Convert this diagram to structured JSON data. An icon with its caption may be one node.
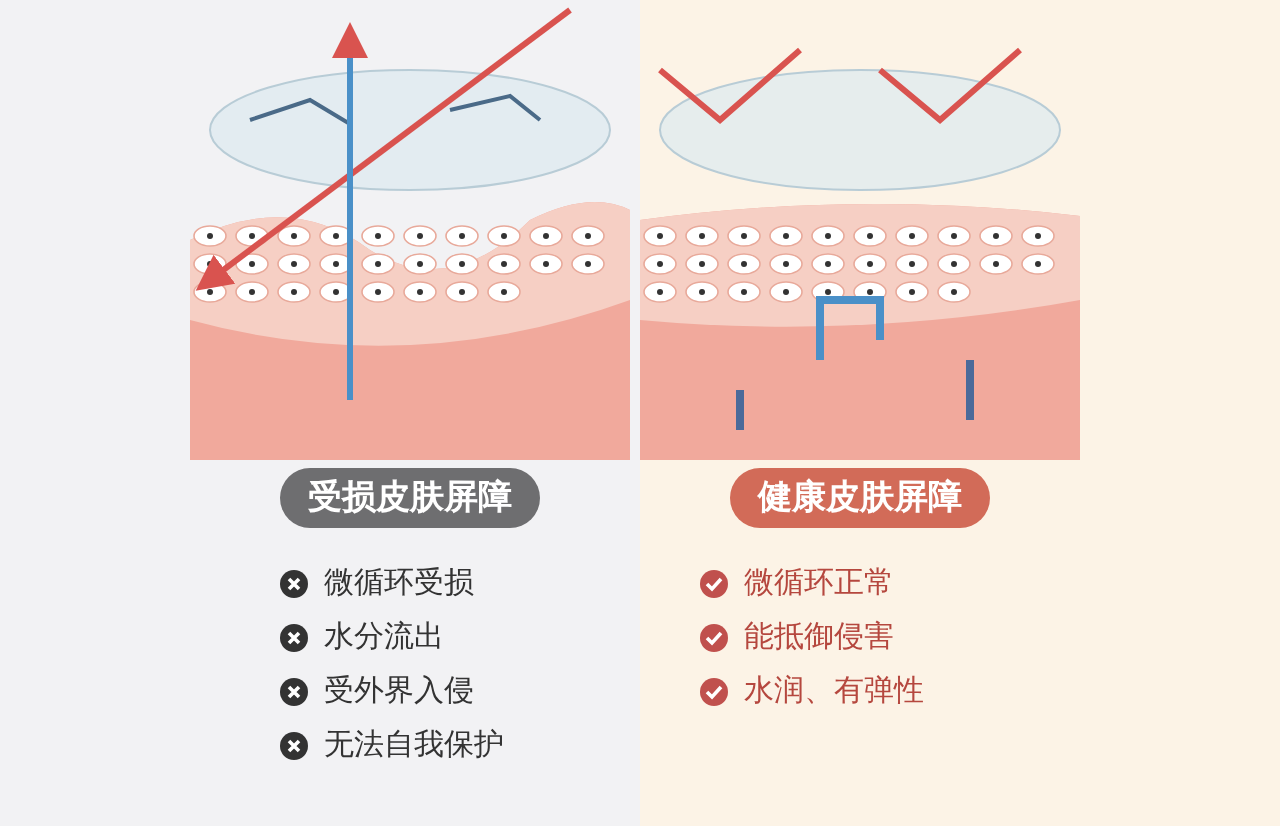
{
  "diagram": {
    "nodes": [
      {
        "text": [
          "受损皮肤屏障"
        ]
      },
      {
        "text": [
          "健康皮肤屏障"
        ]
      }
    ],
    "labels": [
      "微循环受损",
      "水分流出",
      "受外界入侵",
      "无法自我保护",
      "微循环正常",
      "能抵御侵害",
      "水润、有弹性"
    ]
  }
}
